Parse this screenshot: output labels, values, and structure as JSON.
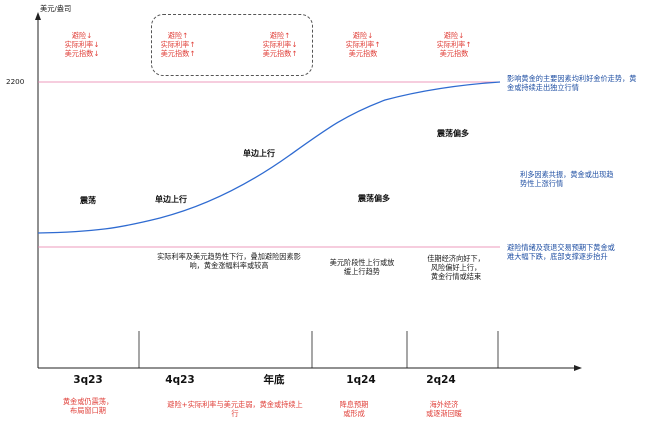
{
  "axis": {
    "y_unit": "美元/盎司",
    "y_tick": "2200"
  },
  "top_labels": [
    {
      "text": "避险↓\n实际利率↓\n美元指数↓"
    },
    {
      "text": "避险↑\n实际利率↑\n美元指数↑"
    },
    {
      "text": "避险↑\n实际利率↓\n美元指数↑"
    },
    {
      "text": "避险↓\n实际利率↑\n美元指数"
    },
    {
      "text": "避险↓\n实际利率↑\n美元指数"
    }
  ],
  "right_notes": [
    {
      "text": "影响黄金的主要因素均利好金价走势，黄\n金或持续走出独立行情"
    },
    {
      "text": "利多因素共振，黄金或出现趋\n势性上涨行情"
    },
    {
      "text": "避险情绪及衰退交易预期下黄金或\n难大幅下跌，底部支撑逐步抬升"
    }
  ],
  "phase_labels": [
    {
      "text": "震荡"
    },
    {
      "text": "单边上行"
    },
    {
      "text": "单边上行"
    },
    {
      "text": "震荡偏多"
    },
    {
      "text": "震荡偏多"
    }
  ],
  "mid_notes": [
    {
      "text": "实际利率及美元趋势性下行，叠加避险因素影\n响，黄金涨幅料率或较高"
    },
    {
      "text": "美元阶段性上行或放\n缓上行趋势"
    },
    {
      "text": "佳期经济向好下，\n风险偏好上行，\n黄金行情或结束"
    }
  ],
  "periods": [
    {
      "label": "3q23"
    },
    {
      "label": "4q23"
    },
    {
      "label": "年底"
    },
    {
      "label": "1q24"
    },
    {
      "label": "2q24"
    }
  ],
  "bottom_notes": [
    {
      "text": "黄金或仍震荡，\n布局窗口期"
    },
    {
      "text": "避险+实际利率与美元走弱，黄金或持续上\n行"
    },
    {
      "text": "降息预期\n或形成"
    },
    {
      "text": "海外经济\n或逐渐回暖"
    }
  ],
  "colors": {
    "curve": "#2f6bd1",
    "red_text": "#e0403a",
    "blue_text": "#1f4fa3",
    "ref_line": "#e87aa8",
    "axis": "#222222"
  }
}
